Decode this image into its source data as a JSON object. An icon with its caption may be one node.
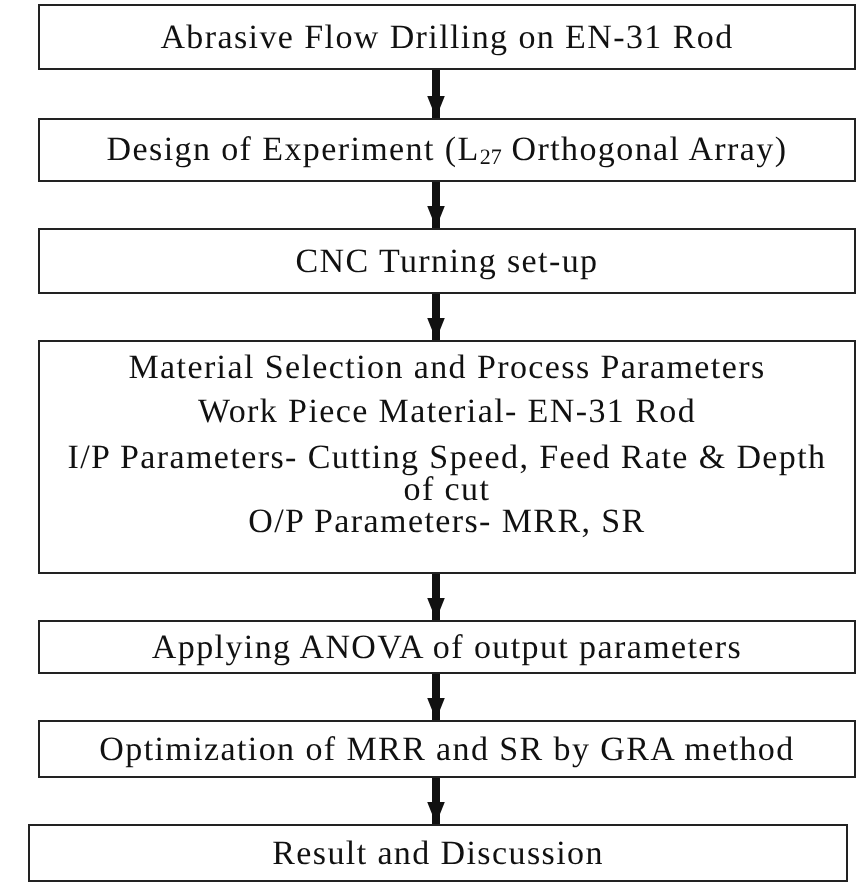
{
  "diagram": {
    "nodes": [
      {
        "text": [
          "Abrasive Flow Drilling on EN-31 Rod"
        ]
      },
      {
        "text": [
          "Design of Experiment (L$_{27}$ Orthogonal Array)"
        ]
      },
      {
        "text": [
          "CNC Turning set-up"
        ]
      },
      {
        "text": [
          "Material Selection and Process Parameters",
          "Work Piece Material- EN-31 Rod",
          "I/P Parameters- Cutting Speed, Feed Rate & Depth of cut",
          "O/P Parameters- MRR, SR"
        ]
      },
      {
        "text": [
          "Applying ANOVA of output parameters"
        ]
      },
      {
        "text": [
          "Optimization of MRR and SR by GRA method"
        ]
      },
      {
        "text": [
          "Result and Discussion"
        ]
      }
    ],
    "edges": [
      {
        "from": 0,
        "to": 1,
        "arrow": "to"
      },
      {
        "from": 1,
        "to": 2,
        "arrow": "to"
      },
      {
        "from": 2,
        "to": 3,
        "arrow": "to"
      },
      {
        "from": 3,
        "to": 4,
        "arrow": "to"
      },
      {
        "from": 4,
        "to": 5,
        "arrow": "to"
      },
      {
        "from": 5,
        "to": 6,
        "arrow": "to"
      }
    ]
  }
}
